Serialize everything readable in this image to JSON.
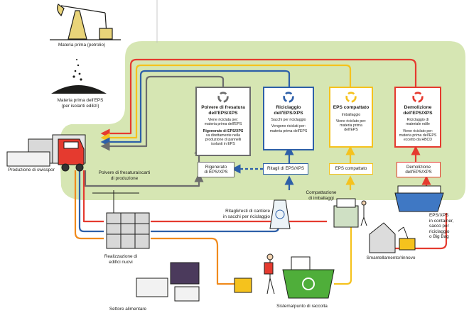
{
  "colors": {
    "background_green": "#cfe2a6",
    "red": "#e53a2f",
    "orange": "#f08a1c",
    "yellow": "#f5c21d",
    "blue": "#2d5fa8",
    "gray": "#6d6d6d",
    "dark": "#1d1d1b"
  },
  "labels": {
    "raw_material": "Materia prima (petrolio)",
    "raw_eps": "Materia prima dell'EPS\n(per isolanti edilizi)",
    "production": "Produzione di swisspor",
    "milling_dust_scraps": "Polvere di fresatura/scarti\ndi produzione",
    "new_buildings": "Realizzazione di\nedifici nuovi",
    "site_scraps": "Ritagli/resti di cantiere\nin sacchi per riciclaggio",
    "packaging_compaction": "Compattazione\ndi imballaggi",
    "container_note": "EPS/XPS\nin container,\nsacco per\nriciclaggio\no Big Bag",
    "dismantling": "Smantellamento/rinnovo",
    "collection_point": "Sistema/punto di raccolta",
    "food_sector": "Settore alimentare"
  },
  "boxes": [
    {
      "title": "Polvere di fresatura\ndell'EPS/XPS",
      "subtitle": "Viene riciclata per:\nmateria prima dell'EPS",
      "body_bold": "Rigenerato di EPS/XPS",
      "body": "va direttamente nella\nproduzione di pannelli\nisolanti in EPS",
      "icon": "recycle-icon-gray"
    },
    {
      "title": "Riciclaggio\ndell'EPS/XPS",
      "subtitle": "Sacchi per riciclaggio",
      "body_bold": "",
      "body": "Vengono riciclati per:\nmateria prima dell'EPS",
      "icon": "recycle-icon-blue"
    },
    {
      "title": "EPS compattato",
      "subtitle": "Imballaggio",
      "body_bold": "",
      "body": "Viene riciclato per:\nmateria prima dell'EPS",
      "icon": "recycle-icon-yellow"
    },
    {
      "title": "Demolizione\ndell'EPS/XPS",
      "subtitle": "Riciclaggio di\nmateriale edile",
      "body_bold": "",
      "body": "Viene riciclato per:\nmateria prima dell'EPS\neccetto da HBCD",
      "icon": "recycle-icon-red"
    }
  ],
  "small_boxes": [
    "Rigenerato\ndi EPS/XPS",
    "Ritagli di EPS/XPS",
    "EPS compattato",
    "Demolizione\ndell'EPS/XPS"
  ]
}
